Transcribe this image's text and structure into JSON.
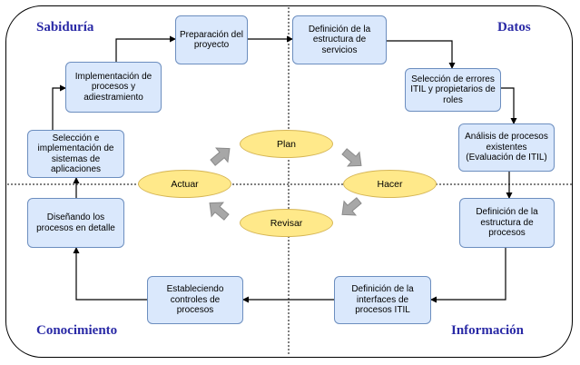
{
  "corners": {
    "top_left": "Sabiduría",
    "top_right": "Datos",
    "bottom_left": "Conocimiento",
    "bottom_right": "Información"
  },
  "boxes": {
    "preparacion": "Preparación del\nproyecto",
    "definicion_servicios": "Definición de la\nestructura de\nservicios",
    "seleccion_errores": "Selección de errores\nITIL y propietarios de\nroles",
    "analisis": "Análisis de procesos\nexistentes\n(Evaluación de ITIL)",
    "definicion_procesos": "Definición de la\nestructura de\nprocesos",
    "definicion_interfaces": "Definición de la\ninterfaces de\nprocesos ITIL",
    "estableciendo": "Estableciendo\ncontroles de\nprocesos",
    "disenando": "Diseñando los\nprocesos en detalle",
    "seleccion_implementacion": "Selección e\nimplementación de\nsistemas de\naplicaciones",
    "implementacion": "Implementación de\nprocesos y\nadiestramiento"
  },
  "cycle": {
    "plan": "Plan",
    "hacer": "Hacer",
    "revisar": "Revisar",
    "actuar": "Actuar"
  },
  "colors": {
    "box_fill": "#dae8fc",
    "box_border": "#6c8ebf",
    "ellipse_fill": "#ffe98a",
    "ellipse_border": "#d6b656",
    "corner_text": "#2a2aa6",
    "cycle_arrow": "#9a9a9a"
  }
}
